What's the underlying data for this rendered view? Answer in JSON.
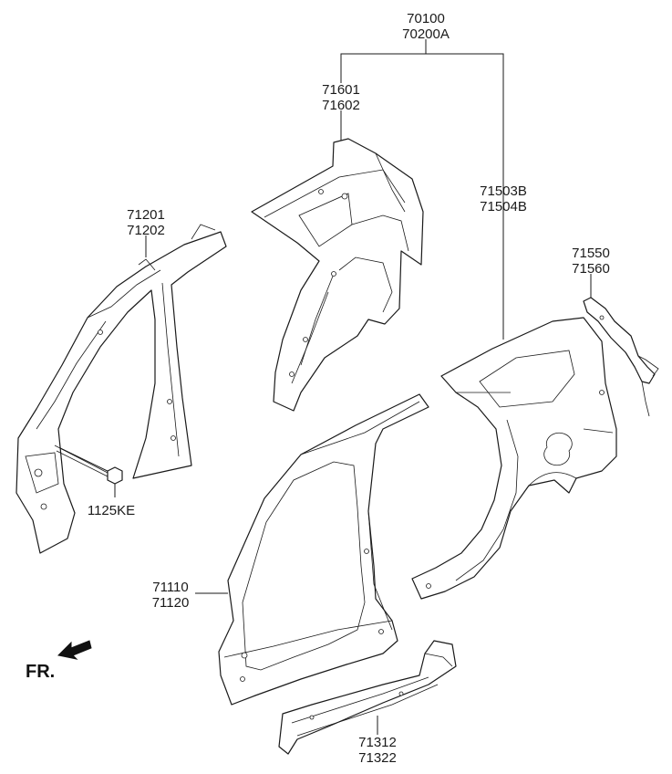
{
  "labels": {
    "assembly_top": "70100",
    "assembly_bottom": "70200A",
    "inner_quarter_top": "71601",
    "inner_quarter_bottom": "71602",
    "pillar_top": "71201",
    "pillar_bottom": "71202",
    "quarter_outer_top": "71503B",
    "quarter_outer_bottom": "71504B",
    "extension_top": "71550",
    "extension_bottom": "71560",
    "bolt": "1125KE",
    "side_outer_top": "71110",
    "side_outer_bottom": "71120",
    "sill_top": "71312",
    "sill_bottom": "71322"
  },
  "direction": {
    "text": "FR."
  }
}
